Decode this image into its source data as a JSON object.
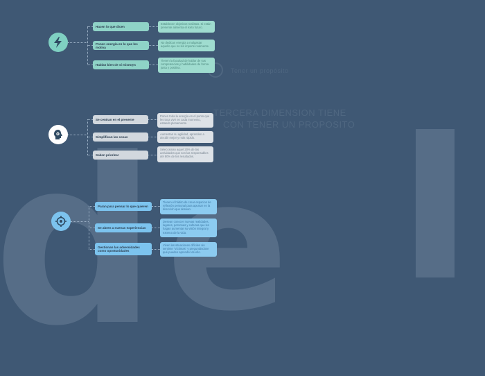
{
  "background": {
    "glyph_left": "d",
    "glyph_mid": "e",
    "glyph_right": "l",
    "ghost_title_1": "TERCERA DIMENSION TIENE",
    "ghost_title_2": "CON TENER UN PROPOSITO",
    "ghost_target_label": "Tener un propósito"
  },
  "colors": {
    "background": "#3f5874",
    "teal": "#8fd3c7",
    "gray": "#d2d8de",
    "blue": "#7cc3ee"
  },
  "groups": [
    {
      "icon": "lightning-bolt-icon",
      "items": [
        {
          "label": "Hacen lo que dicen",
          "desc": "Establecen objetivos realistas. Si están presente alimenta el éxito futuro."
        },
        {
          "label": "Ponen energía en lo que les motiva",
          "desc": "No dedican energía a malgastar aquello que no les importe realmente."
        },
        {
          "label": "Hablan bien de sí mism@s",
          "desc": "Tienen la facultad de hablar de sus competencias y habilidades de forma justa y positiva."
        }
      ]
    },
    {
      "icon": "head-gear-icon",
      "items": [
        {
          "label": "Se centran en el presente",
          "desc": "Ponen toda la energía en el punto que les toca vivir en cada momento, estando plenamente."
        },
        {
          "label": "Simplifican las cosas",
          "desc": "Aumentan su agilidad, aprenden a decidir mejor y más rápido."
        },
        {
          "label": "Saben priorizar",
          "desc": "Seleccionan aquel 20% de las actividades que son las responsables del 80% de los resultados."
        }
      ]
    },
    {
      "icon": "target-crosshair-icon",
      "items": [
        {
          "label": "Paran para pensar lo que quieren",
          "desc": "Tienen el hábito de crear espacios de reflexión personal para apuntar en la dirección que desean."
        },
        {
          "label": "Se abren a nuevas experiencias",
          "desc": "Desean conocer nuevas realidades, lugares, personas y culturas que les hagan aumentar su visión integral y externa de la vida."
        },
        {
          "label": "Gestionan las adversidades como oportunidades",
          "desc": "Viven las situaciones difíciles sin sentirse \"víctimas\" y preguntándose qué pueden aprender de ello."
        }
      ]
    }
  ]
}
